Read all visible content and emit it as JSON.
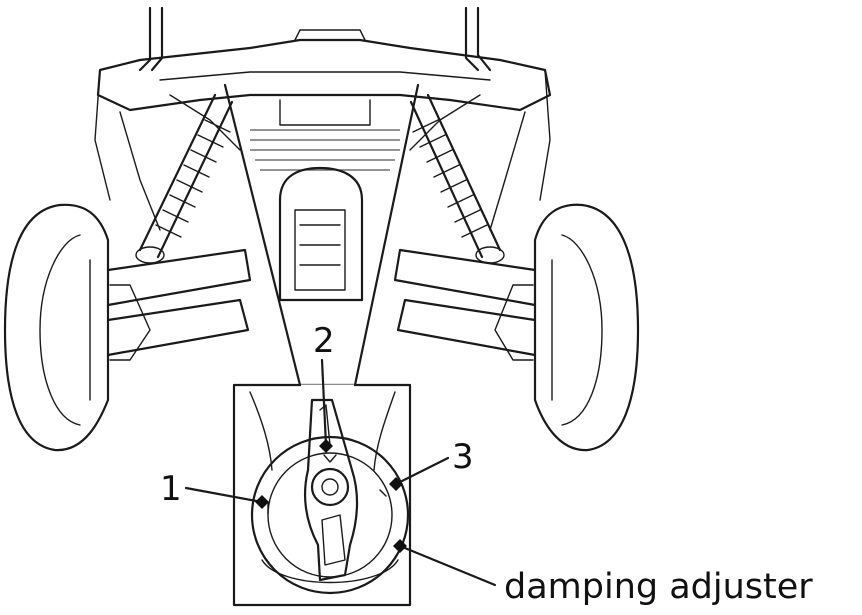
{
  "callouts": {
    "one": "1",
    "two": "2",
    "three": "3",
    "adjuster": "damping adjuster"
  },
  "colors": {
    "line": "#1a1a1a",
    "background": "#ffffff"
  }
}
